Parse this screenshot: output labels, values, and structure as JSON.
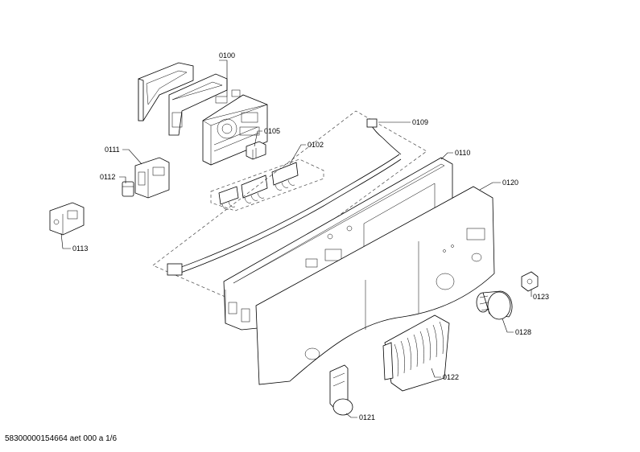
{
  "parts": {
    "p0100": "0100",
    "p0105": "0105",
    "p0102": "0102",
    "p0109": "0109",
    "p0110": "0110",
    "p0111": "0111",
    "p0112": "0112",
    "p0113": "0113",
    "p0120": "0120",
    "p0121": "0121",
    "p0122": "0122",
    "p0123": "0123",
    "p0128": "0128"
  },
  "footer": "58300000154664 aet 000 a 1/6"
}
